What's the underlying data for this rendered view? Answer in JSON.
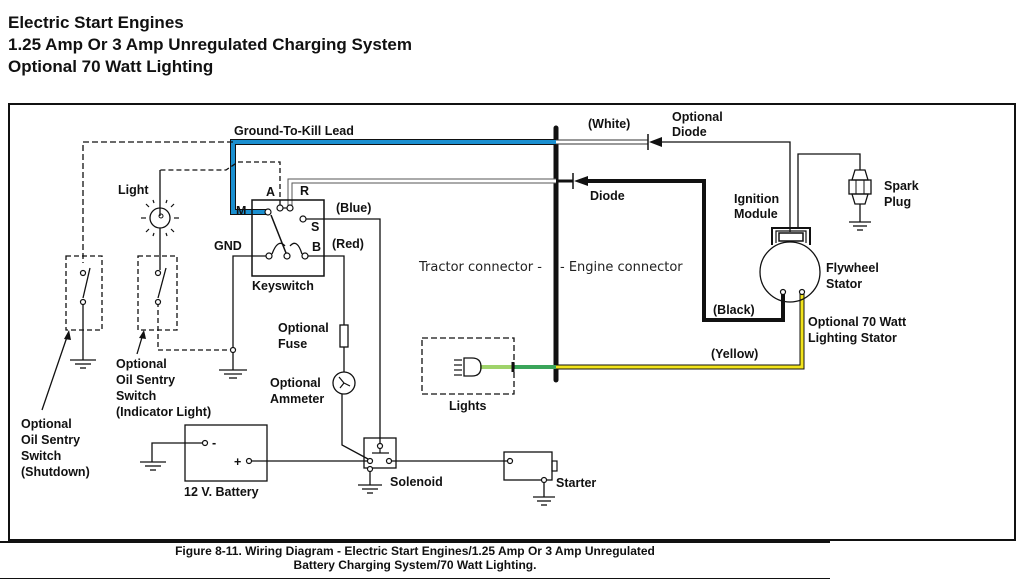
{
  "title": {
    "lines": [
      "Electric Start Engines",
      "1.25 Amp Or 3 Amp Unregulated Charging System",
      "Optional 70 Watt Lighting"
    ]
  },
  "diagram": {
    "labels": {
      "ground_to_kill": "Ground-To-Kill Lead",
      "white": "(White)",
      "optional_diode_1": "Optional",
      "optional_diode_2": "Diode",
      "diode": "Diode",
      "light": "Light",
      "terminal_a": "A",
      "terminal_r": "R",
      "terminal_m": "M",
      "terminal_s": "S",
      "terminal_b": "B",
      "gnd": "GND",
      "blue": "(Blue)",
      "red": "(Red)",
      "keyswitch": "Keyswitch",
      "tractor_connector": "Tractor connector -",
      "engine_connector": "- Engine connector",
      "ignition_1": "Ignition",
      "ignition_2": "Module",
      "spark_1": "Spark",
      "spark_2": "Plug",
      "flywheel_1": "Flywheel",
      "flywheel_2": "Stator",
      "black": "(Black)",
      "lighting_stator_1": "Optional 70 Watt",
      "lighting_stator_2": "Lighting Stator",
      "yellow": "(Yellow)",
      "optional_fuse_1": "Optional",
      "optional_fuse_2": "Fuse",
      "optional_ammeter_1": "Optional",
      "optional_ammeter_2": "Ammeter",
      "lights": "Lights",
      "oil_indicator_1": "Optional",
      "oil_indicator_2": "Oil Sentry",
      "oil_indicator_3": "Switch",
      "oil_indicator_4": "(Indicator Light)",
      "oil_shutdown_1": "Optional",
      "oil_shutdown_2": "Oil Sentry",
      "oil_shutdown_3": "Switch",
      "oil_shutdown_4": "(Shutdown)",
      "battery_minus": "-",
      "battery_plus": "+",
      "battery": "12 V. Battery",
      "solenoid": "Solenoid",
      "starter": "Starter"
    },
    "wire_colors": {
      "ground_to_kill": "#1a8fd0",
      "yellow": "#f2e41c",
      "green": "#3aa55a",
      "light_green": "#9fd36a",
      "white_wire_edge": "#555555"
    }
  },
  "caption": {
    "line1": "Figure 8-11.  Wiring Diagram - Electric Start Engines/1.25 Amp Or 3 Amp Unregulated",
    "line2": "Battery Charging System/70 Watt Lighting."
  }
}
